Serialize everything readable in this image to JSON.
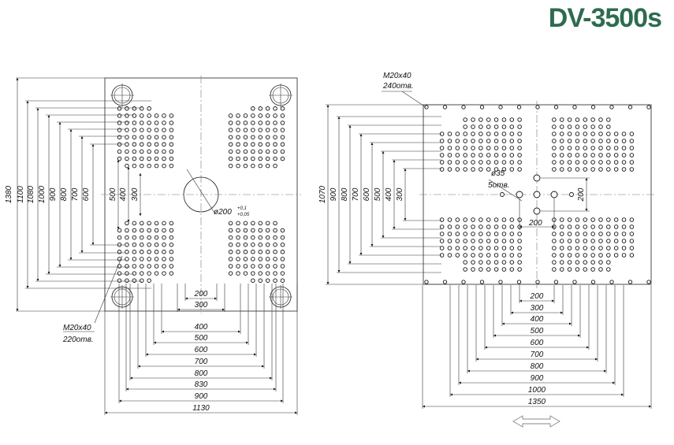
{
  "title": "DV-3500s",
  "colors": {
    "title": "#2e6b4f",
    "lines": "#222222"
  },
  "left_plate": {
    "thread_note": "M20x40",
    "holes_note": "220отв.",
    "center_hole": "ø200",
    "center_tol_upper": "+0,1",
    "center_tol_lower": "+0,05",
    "vertical_dims": [
      "1380",
      "1100",
      "1080",
      "1000",
      "900",
      "800",
      "700",
      "600"
    ],
    "inner_vertical_dims": [
      "500",
      "400",
      "300"
    ],
    "bottom_dims": [
      "200",
      "300",
      "400",
      "500",
      "600",
      "700",
      "800",
      "830",
      "900",
      "1130"
    ]
  },
  "right_plate": {
    "thread_note": "M20x40",
    "holes_note": "240отв.",
    "center_hole": "ø35",
    "center_holes_note": "5отв.",
    "inner_h_dim": "200",
    "inner_v_dim": "200",
    "vertical_dims": [
      "1070",
      "900",
      "800",
      "700",
      "600",
      "500",
      "400",
      "300"
    ],
    "bottom_dims": [
      "200",
      "300",
      "400",
      "500",
      "600",
      "700",
      "800",
      "900",
      "1000",
      "1350"
    ]
  },
  "move_arrow_icon": "double-arrow-icon"
}
